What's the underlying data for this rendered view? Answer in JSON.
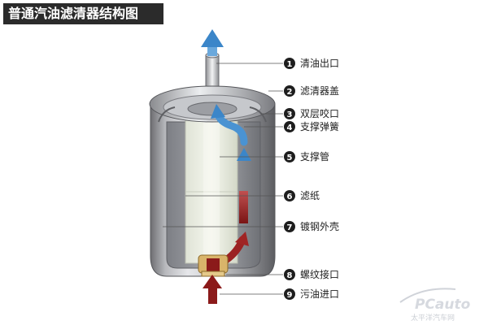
{
  "title": "普通汽油滤清器结构图",
  "labels": [
    {
      "num": "1",
      "text": "清油出口"
    },
    {
      "num": "2",
      "text": "滤清器盖"
    },
    {
      "num": "3",
      "text": "双层咬口"
    },
    {
      "num": "4",
      "text": "支撑弹簧"
    },
    {
      "num": "5",
      "text": "支撑管"
    },
    {
      "num": "6",
      "text": "滤纸"
    },
    {
      "num": "7",
      "text": "镀钢外壳"
    },
    {
      "num": "8",
      "text": "螺纹接口"
    },
    {
      "num": "9",
      "text": "污油进口"
    }
  ],
  "watermark": {
    "brand": "PCauto",
    "sub": "太平洋汽车网"
  },
  "colors": {
    "outflow_arrow": "#3b86c9",
    "inflow_arrow": "#8b1a1a",
    "label_badge": "#1e1e1e"
  }
}
